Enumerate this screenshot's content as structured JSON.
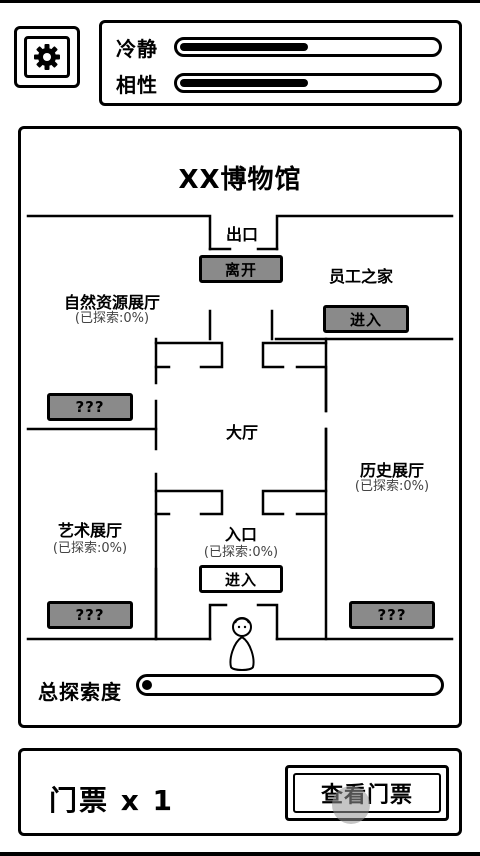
{
  "settings": {
    "icon": "gear-icon"
  },
  "stats": {
    "calm": {
      "label": "冷静",
      "value": 0.5
    },
    "affinity": {
      "label": "相性",
      "value": 0.5
    }
  },
  "map": {
    "title": "XX博物馆",
    "exit": {
      "label": "出口",
      "button": "离开"
    },
    "staff_home": {
      "label": "员工之家",
      "button": "进入"
    },
    "nature_hall": {
      "label": "自然资源展厅",
      "explored": "(已探索:0%)",
      "button": "???"
    },
    "lobby": {
      "label": "大厅"
    },
    "history_hall": {
      "label": "历史展厅",
      "explored": "(已探索:0%)",
      "button": "???"
    },
    "art_hall": {
      "label": "艺术展厅",
      "explored": "(已探索:0%)",
      "button": "???"
    },
    "entrance": {
      "label": "入口",
      "explored": "(已探索:0%)",
      "button": "进入"
    },
    "player": {
      "icon": "player-character-icon"
    }
  },
  "progress": {
    "label": "总探索度",
    "value": 0.0
  },
  "ticket": {
    "count_text": "门票 x 1",
    "button": "查看门票"
  }
}
